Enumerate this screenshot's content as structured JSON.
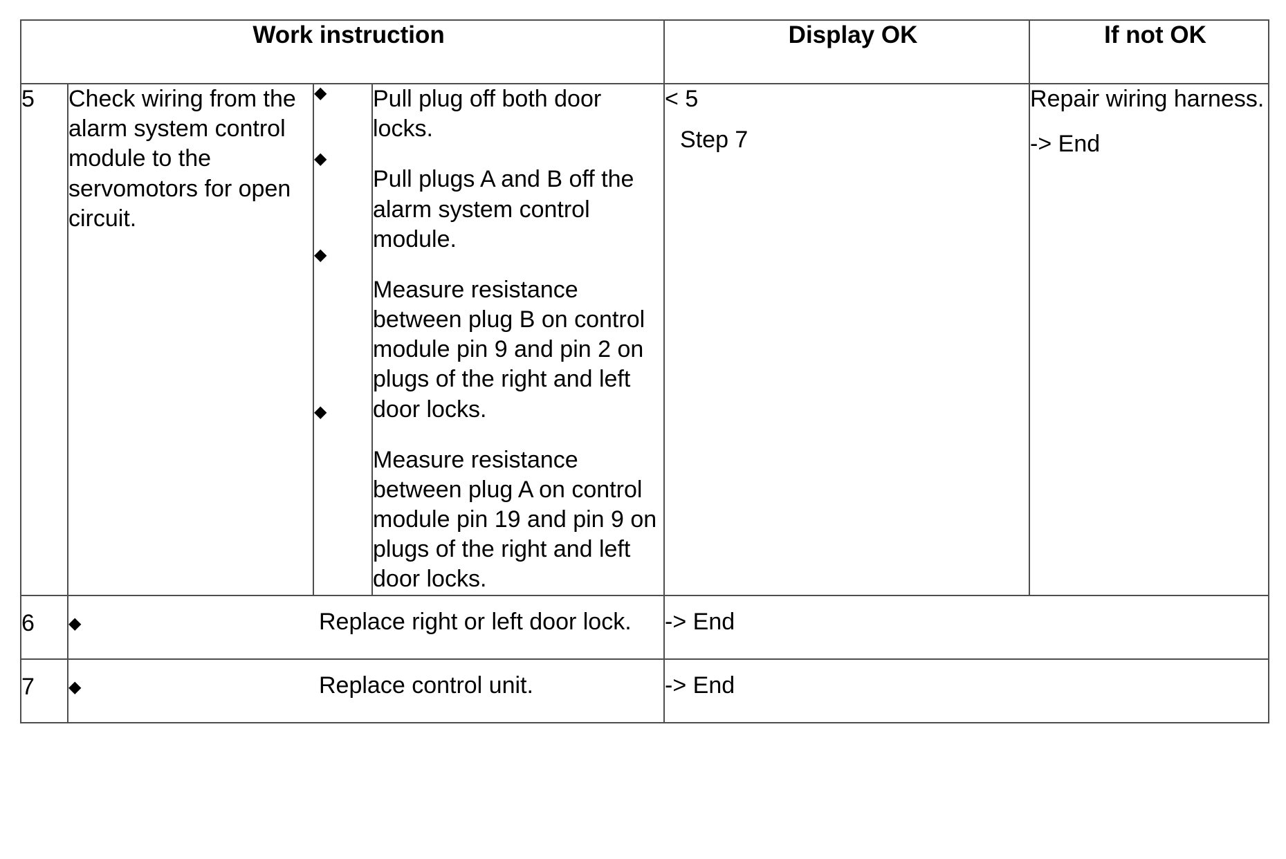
{
  "table": {
    "headers": {
      "work_instruction": "Work instruction",
      "display_ok": "Display OK",
      "if_not_ok": "If not OK"
    },
    "bullet_glyph": "◆",
    "rows": [
      {
        "step": "5",
        "description": "Check wiring from the alarm system control module to the servomotors for open circuit.",
        "details": [
          "Pull plug off both door locks.",
          "Pull plugs A and B off the alarm system control module.",
          "Measure resistance between plug B on control module pin 9 and pin 2 on plugs of the right and left door locks.",
          "Measure resistance between plug A on control module pin 19 and pin 9 on plugs of the right and left door locks."
        ],
        "display_ok_primary": "< 5",
        "display_ok_secondary": "Step 7",
        "if_not_ok_primary": "Repair wiring harness.",
        "if_not_ok_secondary": "-> End"
      },
      {
        "step": "6",
        "detail": "Replace right or left door lock.",
        "display_ok": "-> End"
      },
      {
        "step": "7",
        "detail": "Replace control unit.",
        "display_ok": "-> End"
      }
    ]
  },
  "colors": {
    "border": "#4d4d4d",
    "text": "#000000",
    "background": "#ffffff"
  }
}
